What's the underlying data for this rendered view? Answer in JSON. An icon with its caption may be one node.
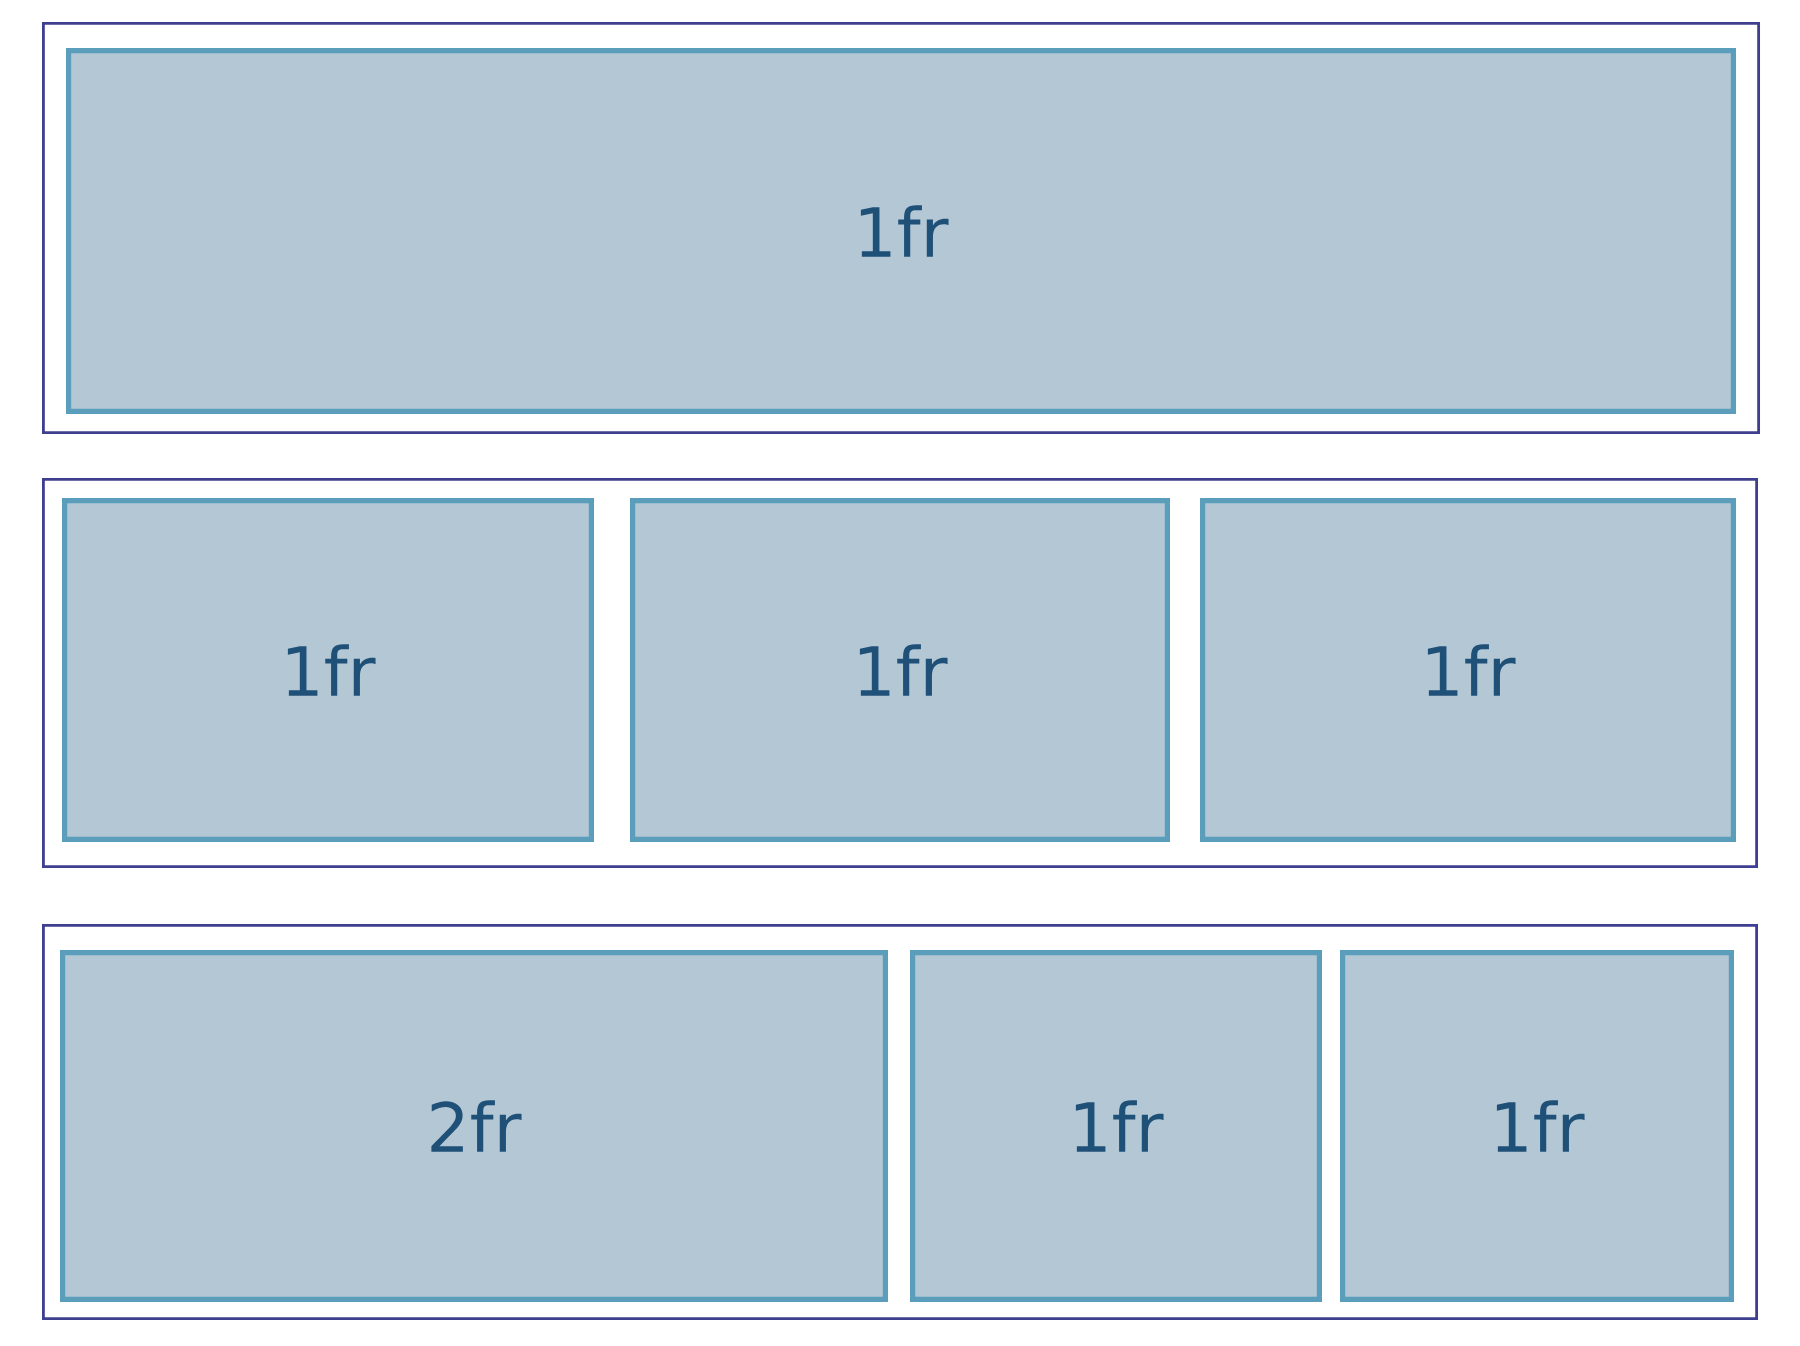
{
  "diagram": {
    "nodes": [
      {
        "text": [],
        "shape": "box"
      },
      {
        "text": [
          "1fr"
        ],
        "in": 0
      },
      {
        "text": [],
        "shape": "box"
      },
      {
        "text": [
          "1fr"
        ],
        "in": 2
      },
      {
        "text": [
          "1fr"
        ],
        "in": 2
      },
      {
        "text": [
          "1fr"
        ],
        "in": 2
      },
      {
        "text": [],
        "shape": "box"
      },
      {
        "text": [
          "2fr"
        ],
        "in": 6
      },
      {
        "text": [
          "1fr"
        ],
        "in": 6
      },
      {
        "text": [
          "1fr"
        ],
        "in": 6
      }
    ]
  }
}
